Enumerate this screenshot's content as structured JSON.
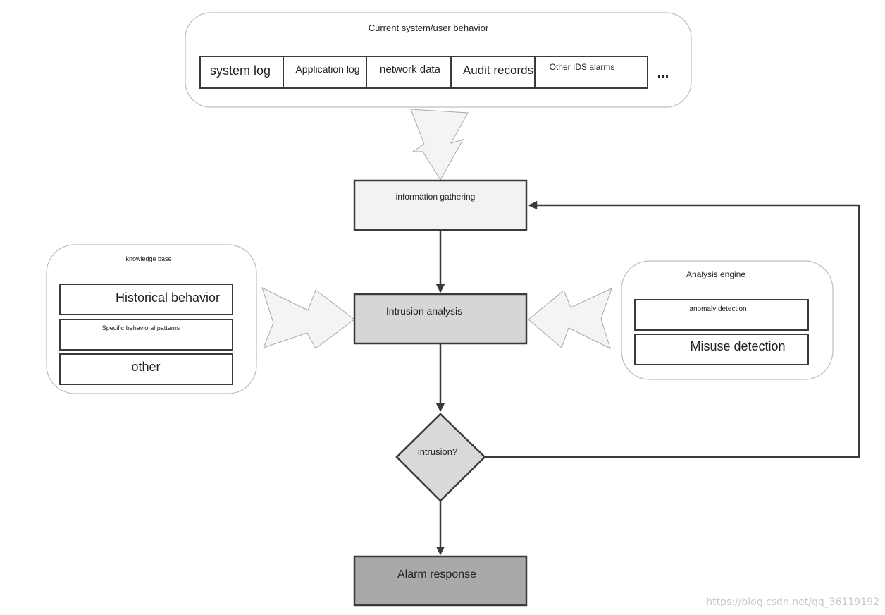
{
  "behavior_panel": {
    "title": "Current system/user behavior",
    "sources": [
      "system log",
      "Application log",
      "network data",
      "Audit records",
      "Other IDS alarms"
    ],
    "more": "..."
  },
  "flow": {
    "info_gathering": "information gathering",
    "intrusion_analysis": "Intrusion analysis",
    "decision": "intrusion?",
    "alarm_response": "Alarm response"
  },
  "knowledge_base": {
    "title": "knowledge base",
    "items": [
      "Historical behavior",
      "Specific behavioral patterns",
      "other"
    ]
  },
  "analysis_engine": {
    "title": "Analysis engine",
    "items": [
      "anomaly detection",
      "Misuse detection"
    ]
  },
  "watermark": "https://blog.csdn.net/qq_36119192",
  "colors": {
    "info_box_fill": "#f2f2f2",
    "analysis_box_fill": "#d6d6d6",
    "decision_fill": "#d9d9d9",
    "alarm_box_fill": "#a9a9a9",
    "stroke": "#3a3a3a",
    "block_arrow_fill": "#f4f4f4"
  }
}
